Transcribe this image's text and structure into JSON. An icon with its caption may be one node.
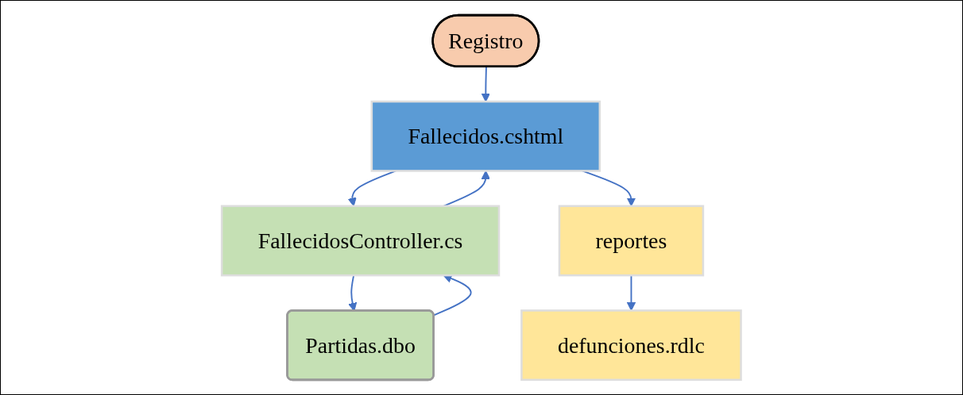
{
  "diagram": {
    "nodes": [
      {
        "text": [
          "Registro"
        ]
      },
      {
        "text": [
          "Fallecidos.cshtml"
        ]
      },
      {
        "text": [
          "FallecidosController.cs"
        ]
      },
      {
        "text": [
          "Partidas.dbo"
        ]
      },
      {
        "text": [
          "reportes"
        ]
      },
      {
        "text": [
          "defunciones.rdlc"
        ]
      }
    ],
    "edges": [
      {
        "from": 0,
        "to": 1,
        "arrow": "to"
      },
      {
        "from": 1,
        "to": 2,
        "arrow": "to"
      },
      {
        "from": 2,
        "to": 1,
        "arrow": "to"
      },
      {
        "from": 2,
        "to": 3,
        "arrow": "to"
      },
      {
        "from": 3,
        "to": 2,
        "arrow": "to"
      },
      {
        "from": 1,
        "to": 4,
        "arrow": "to"
      },
      {
        "from": 4,
        "to": 5,
        "arrow": "to"
      }
    ]
  }
}
